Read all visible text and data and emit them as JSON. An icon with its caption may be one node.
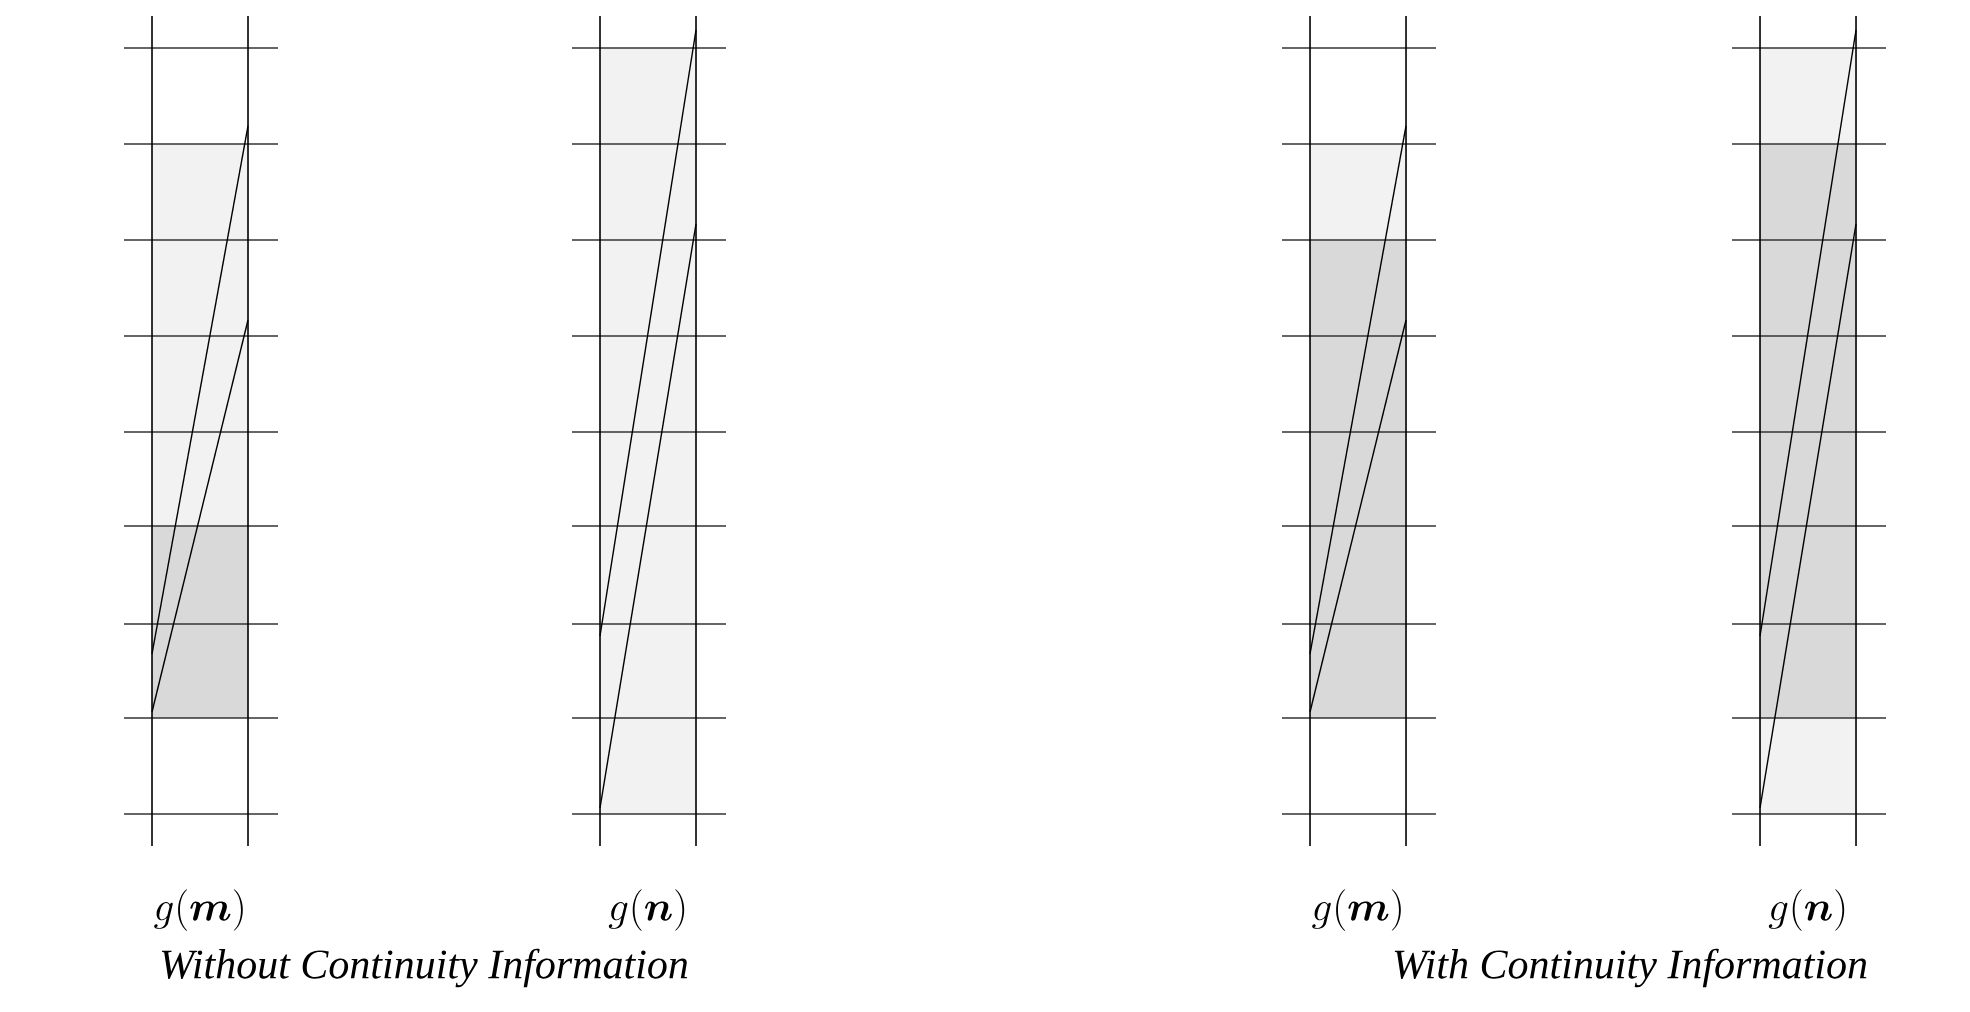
{
  "diagram": {
    "labels": [
      "g(\\boldsymbol{m})",
      "g(\\boldsymbol{n})",
      "g(\\boldsymbol{m})",
      "g(\\boldsymbol{n})",
      "Without Continuity Information",
      "With Continuity Information"
    ]
  }
}
